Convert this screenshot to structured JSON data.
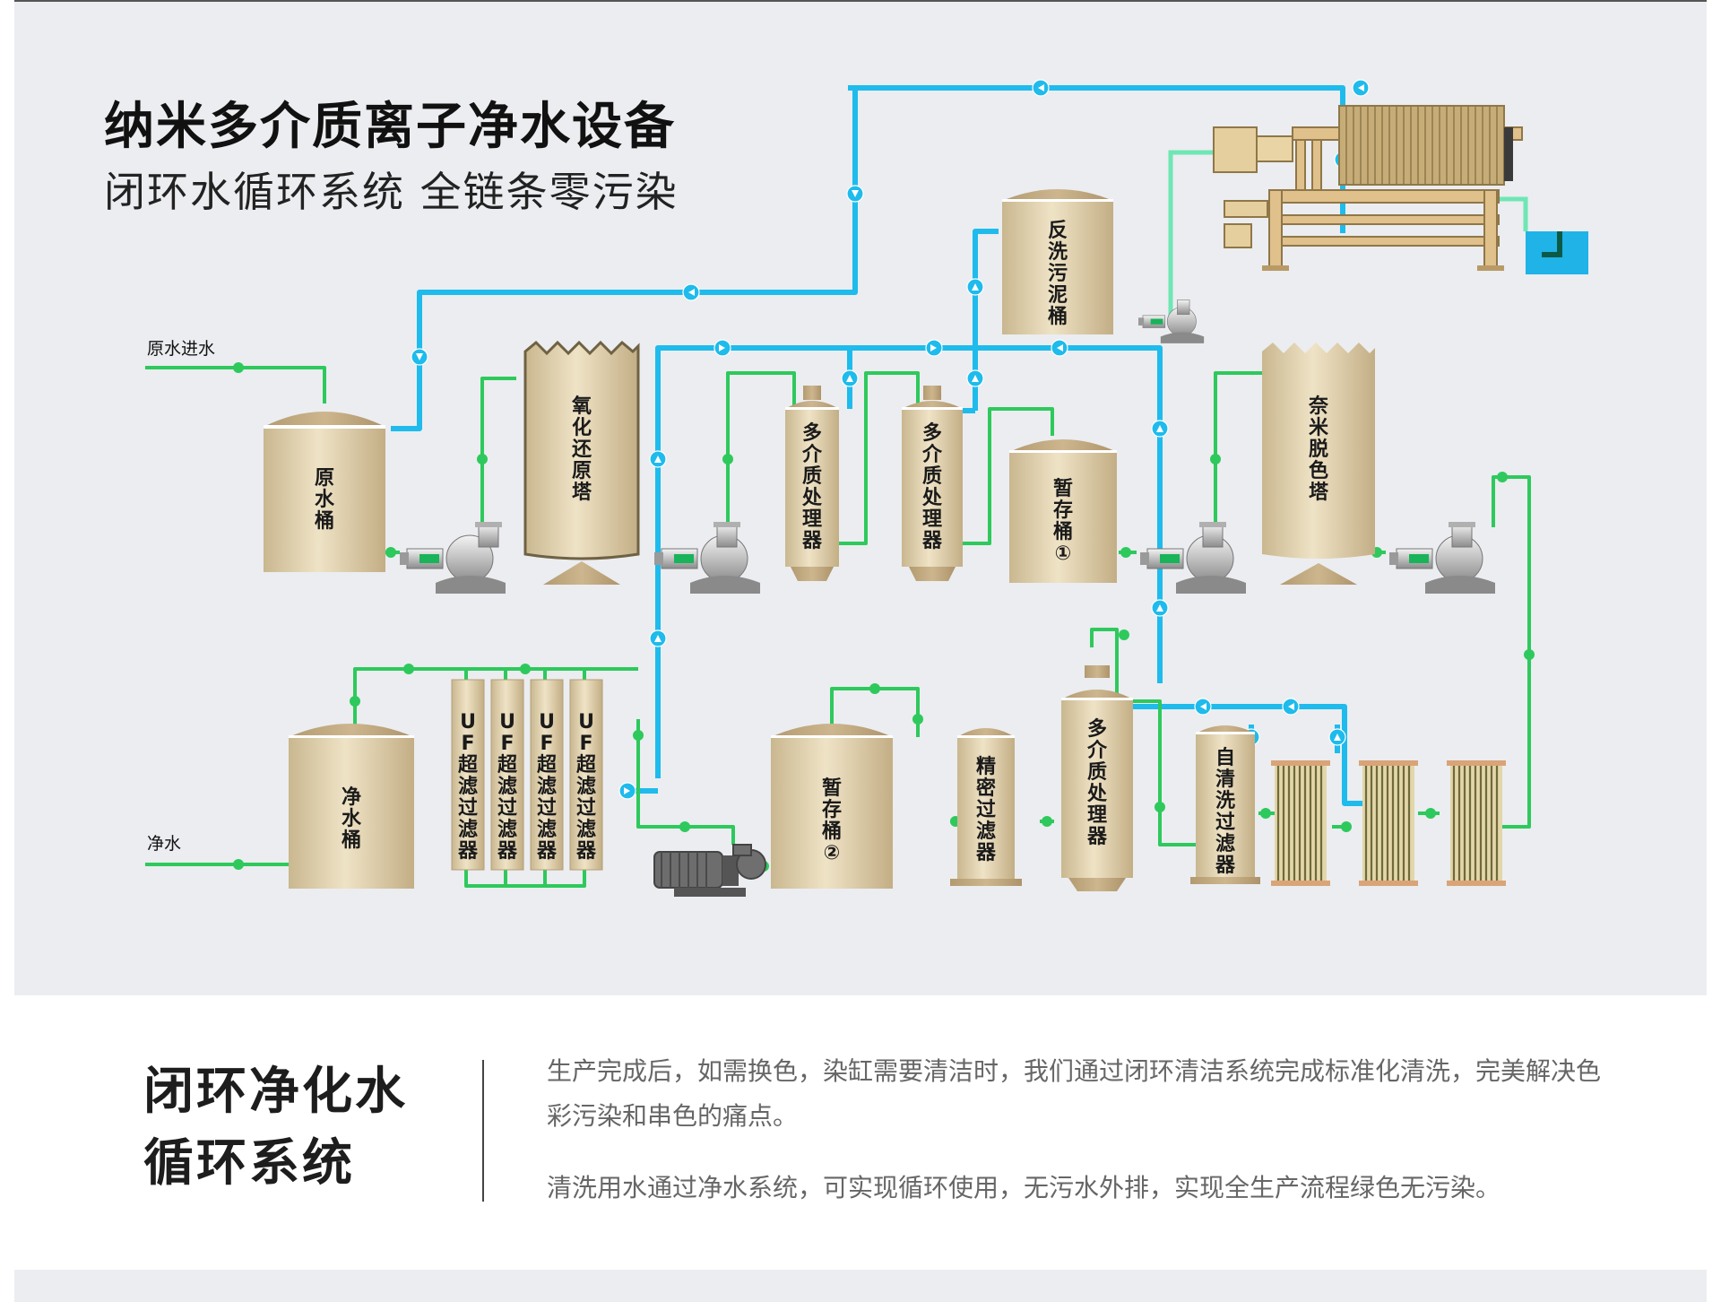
{
  "header": {
    "title": "纳米多介质离子净水设备",
    "subtitle": "闭环水循环系统 全链条零污染"
  },
  "inlet_labels": {
    "raw_in": "原水进水",
    "clean_out": "净水"
  },
  "equipment": {
    "raw_tank": "原水桶",
    "redox_tower": "氧化还原塔",
    "media_1": "多介质处理器",
    "media_2": "多介质处理器",
    "backwash_tank": "反洗污泥桶",
    "buffer_1": "暂存桶①",
    "nano_tower": "奈米脱色塔",
    "clean_tank": "净水桶",
    "uf_1": "UF超滤过滤器",
    "uf_2": "UF超滤过滤器",
    "uf_3": "UF超滤过滤器",
    "uf_4": "UF超滤过滤器",
    "buffer_2": "暂存桶②",
    "precision": "精密过滤器",
    "media_3": "多介质处理器",
    "self_clean": "自清洗过滤器"
  },
  "colors": {
    "return_pipe": "#1ebbec",
    "process_pipe": "#2ec95c",
    "tank_body": "#d5c4a1",
    "tank_cap": "#c2aa84",
    "sludge_pipe": "#6fe6b4",
    "water_tank": "#1fb3e8"
  },
  "section": {
    "heading_line1": "闭环净化水",
    "heading_line2": "循环系统",
    "paragraph1": "生产完成后，如需换色，染缸需要清洁时，我们通过闭环清洁系统完成标准化清洗，完美解决色彩污染和串色的痛点。",
    "paragraph2": "清洗用水通过净水系统，可实现循环使用，无污水外排，实现全生产流程绿色无污染。"
  }
}
